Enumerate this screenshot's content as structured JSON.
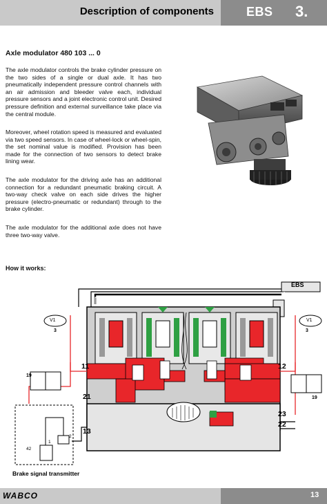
{
  "header": {
    "title": "Description of components",
    "system": "EBS",
    "chapter": "3."
  },
  "section": {
    "title": "Axle modulator 480 103 ... 0",
    "paragraphs": [
      "The axle modulator controls the brake cylinder pressure on the two sides of a single or dual axle. It has two pneumatically independent pressure control channels with an air admission and bleeder valve each, individual pressure sensors and a joint electronic control unit. Desired pressure definition and external surveillance take place via the central module.",
      "Moreover, wheel rotation speed is measured and evaluated via two speed sensors. In case of wheel-lock or wheel-spin, the set nominal value is modified. Provision has been made for the connection of two sensors to detect brake lining wear.",
      "The axle modulator for the driving axle has an additional connection for a redundant pneumatic braking circuit. A two-way check valve on each side drives the higher pressure (electro-pneumatic or redundant) through to the brake cylinder.",
      "The axle modulator for the additional axle does not have three two-way valve."
    ]
  },
  "how_it_works": "How it works:",
  "diagram": {
    "ebs_label": "EBS",
    "reservoir_label": "V1",
    "port_labels": [
      "3",
      "11",
      "12",
      "21",
      "22",
      "23",
      "13",
      "19",
      "3",
      "19"
    ],
    "transmitter_label": "Brake signal transmitter",
    "transmitter_port_labels": [
      "42",
      "1",
      "2"
    ],
    "colors": {
      "pressure": "#e8262a",
      "air": "#ffffff",
      "housing": "#cfcfcf",
      "sensor": "#2ea043"
    }
  },
  "footer": {
    "logo": "WABCO",
    "page_number": "13"
  }
}
